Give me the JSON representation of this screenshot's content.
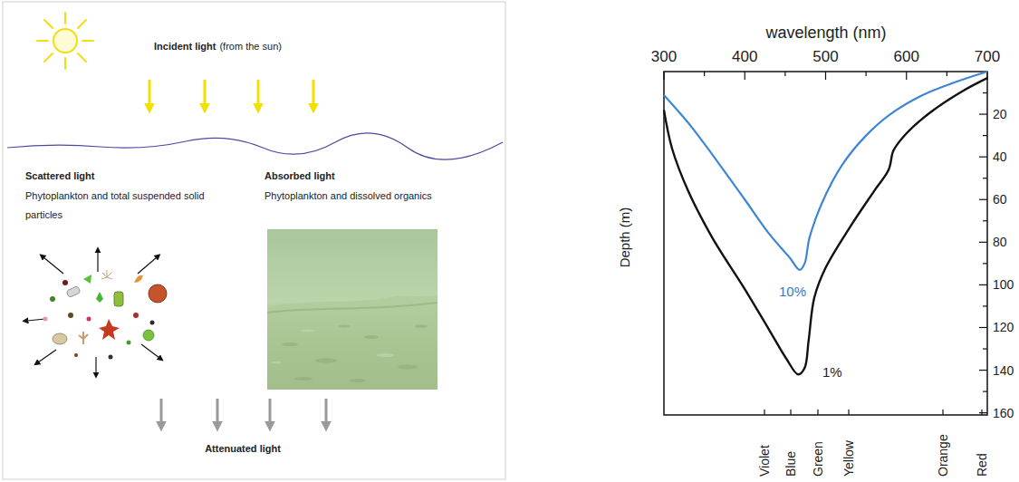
{
  "diagram": {
    "labels": [
      "Incident light",
      "(from the sun)",
      "Scattered light",
      "Phytoplankton and total suspended solid particles",
      "Absorbed light",
      "Phytoplankton and dissolved organics",
      "Attenuated light",
      "wavelength (nm)",
      "300",
      "400",
      "500",
      "600",
      "700",
      "Depth (m)",
      "20",
      "40",
      "60",
      "80",
      "100",
      "120",
      "140",
      "160",
      "10%",
      "1%",
      "Violet",
      "Blue",
      "Green",
      "Yellow",
      "Orange",
      "Red"
    ]
  }
}
